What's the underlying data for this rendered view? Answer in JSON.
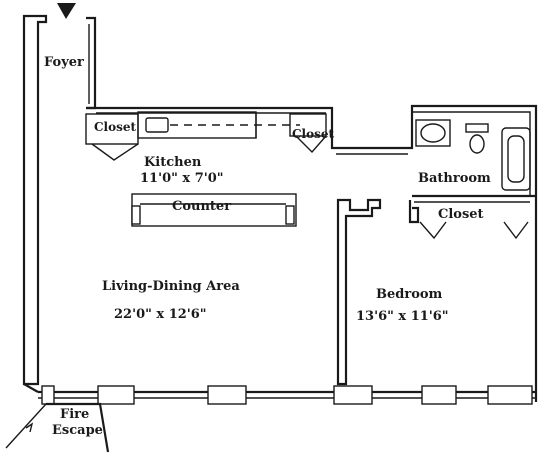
{
  "rooms": {
    "foyer": "Foyer",
    "kitchen": "Kitchen",
    "kitchen_dims": "11'0\" x 7'0\"",
    "counter": "Counter",
    "closet_kitchen_left": "Closet",
    "closet_kitchen_right": "Closet",
    "bathroom": "Bathroom",
    "closet_bedroom": "Closet",
    "living": "Living-Dining Area",
    "living_dims": "22'0\" x 12'6\"",
    "bedroom": "Bedroom",
    "bedroom_dims": "13'6\" x 11'6\"",
    "fire_escape_1": "Fire",
    "fire_escape_2": "Escape"
  },
  "icons": {
    "entry": "entry-arrow-icon",
    "sink": "sink-icon",
    "toilet": "toilet-icon",
    "tub": "bathtub-icon",
    "stove": "stove-icon"
  }
}
